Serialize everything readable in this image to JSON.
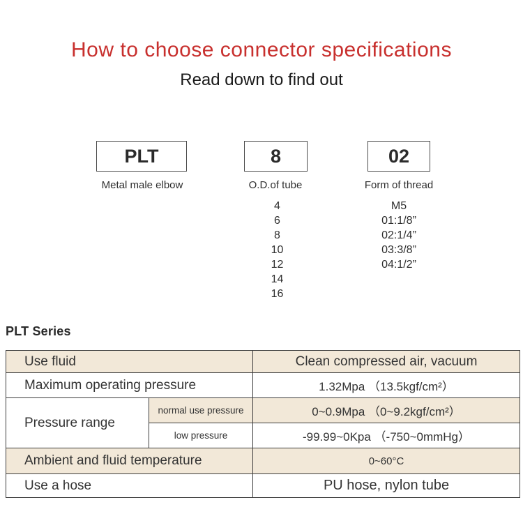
{
  "header": {
    "title": "How to choose connector specifications",
    "subtitle": "Read down to find out"
  },
  "diagram": {
    "boxes": [
      {
        "code": "PLT",
        "label": "Metal male elbow"
      },
      {
        "code": "8",
        "label": "O.D.of tube"
      },
      {
        "code": "02",
        "label": "Form of thread"
      }
    ],
    "tube_sizes": [
      "4",
      "6",
      "8",
      "10",
      "12",
      "14",
      "16"
    ],
    "thread_forms": [
      "M5",
      "01:1/8”",
      "02:1/4”",
      "03:3/8”",
      "04:1/2”"
    ]
  },
  "series_heading": "PLT Series",
  "table": {
    "use_fluid": {
      "label": "Use fluid",
      "value": "Clean compressed air, vacuum"
    },
    "max_pressure": {
      "label": "Maximum operating pressure",
      "value": "1.32Mpa （13.5kgf/cm²）"
    },
    "pressure_range": {
      "label": "Pressure range",
      "normal": {
        "label": "normal use pressure",
        "value": "0~0.9Mpa （0~9.2kgf/cm²）"
      },
      "low": {
        "label": "low pressure",
        "value": "-99.99~0Kpa （-750~0mmHg）"
      }
    },
    "temperature": {
      "label": "Ambient and fluid temperature",
      "value": "0~60°C"
    },
    "hose": {
      "label": "Use a hose",
      "value": "PU hose, nylon tube"
    }
  },
  "colors": {
    "accent_red": "#c8302e",
    "row_beige": "#f2e8d8",
    "border": "#3d3d3d",
    "text": "#333333"
  }
}
